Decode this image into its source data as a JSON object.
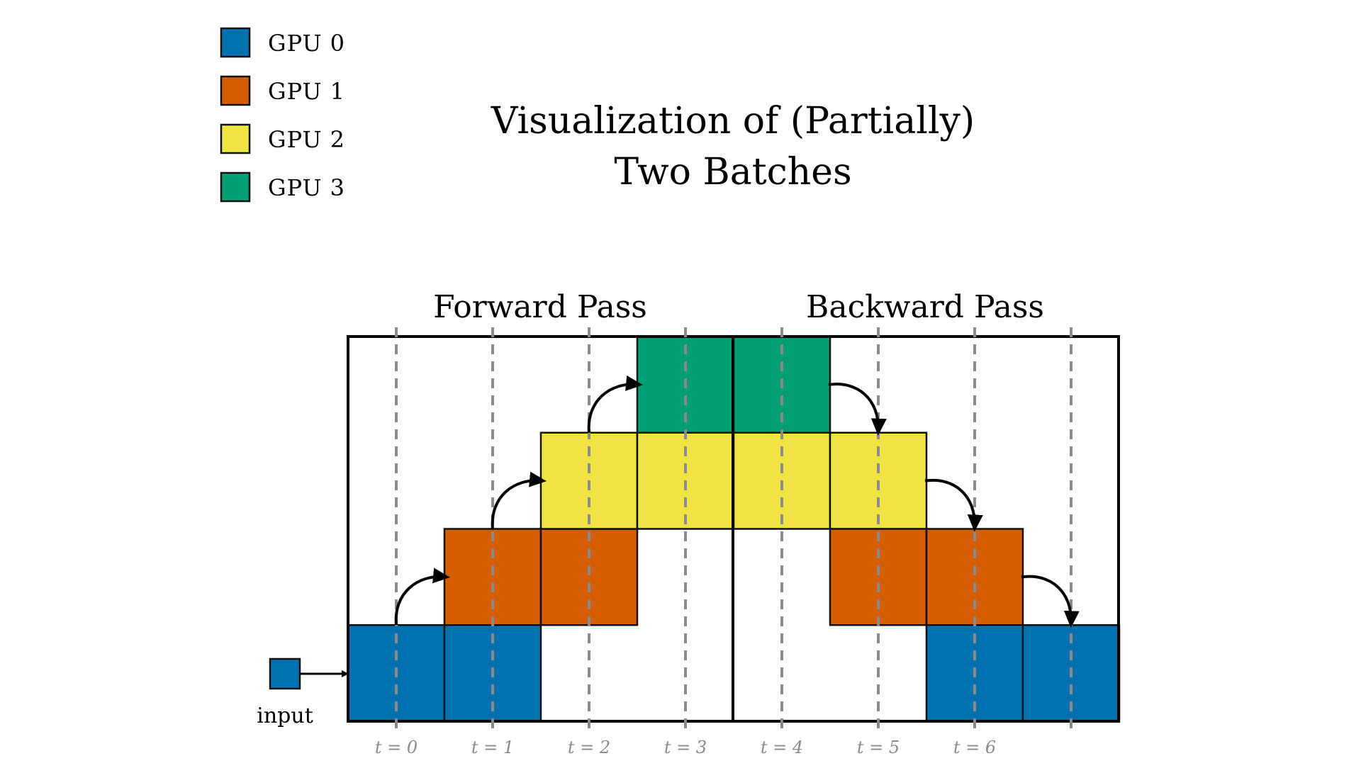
{
  "title": {
    "line1": "Visualization of (Partially)",
    "line2": "Two Batches"
  },
  "legend": [
    {
      "label": "GPU 0",
      "color": "#0072b2"
    },
    {
      "label": "GPU 1",
      "color": "#d55e00"
    },
    {
      "label": "GPU 2",
      "color": "#f0e442"
    },
    {
      "label": "GPU 3",
      "color": "#009e73"
    }
  ],
  "sections": {
    "forward": "Forward Pass",
    "backward": "Backward Pass"
  },
  "input_label": "input",
  "time_steps": [
    "t = 0",
    "t = 1",
    "t = 2",
    "t = 3",
    "t = 4",
    "t = 5",
    "t = 6"
  ],
  "schedule": [
    {
      "gpu": 0,
      "col": 0
    },
    {
      "gpu": 0,
      "col": 1
    },
    {
      "gpu": 1,
      "col": 1
    },
    {
      "gpu": 1,
      "col": 2
    },
    {
      "gpu": 2,
      "col": 2
    },
    {
      "gpu": 2,
      "col": 3
    },
    {
      "gpu": 3,
      "col": 3
    },
    {
      "gpu": 3,
      "col": 4
    },
    {
      "gpu": 2,
      "col": 4
    },
    {
      "gpu": 2,
      "col": 5
    },
    {
      "gpu": 1,
      "col": 5
    },
    {
      "gpu": 1,
      "col": 6
    },
    {
      "gpu": 0,
      "col": 6
    },
    {
      "gpu": 0,
      "col": 7
    }
  ],
  "forward_arrows": [
    {
      "from_gpu": 0,
      "t": 0
    },
    {
      "from_gpu": 1,
      "t": 1
    },
    {
      "from_gpu": 2,
      "t": 2
    }
  ],
  "backward_arrows": [
    {
      "from_gpu": 3,
      "t": 5
    },
    {
      "from_gpu": 2,
      "t": 6
    },
    {
      "from_gpu": 1,
      "t": 7
    }
  ]
}
